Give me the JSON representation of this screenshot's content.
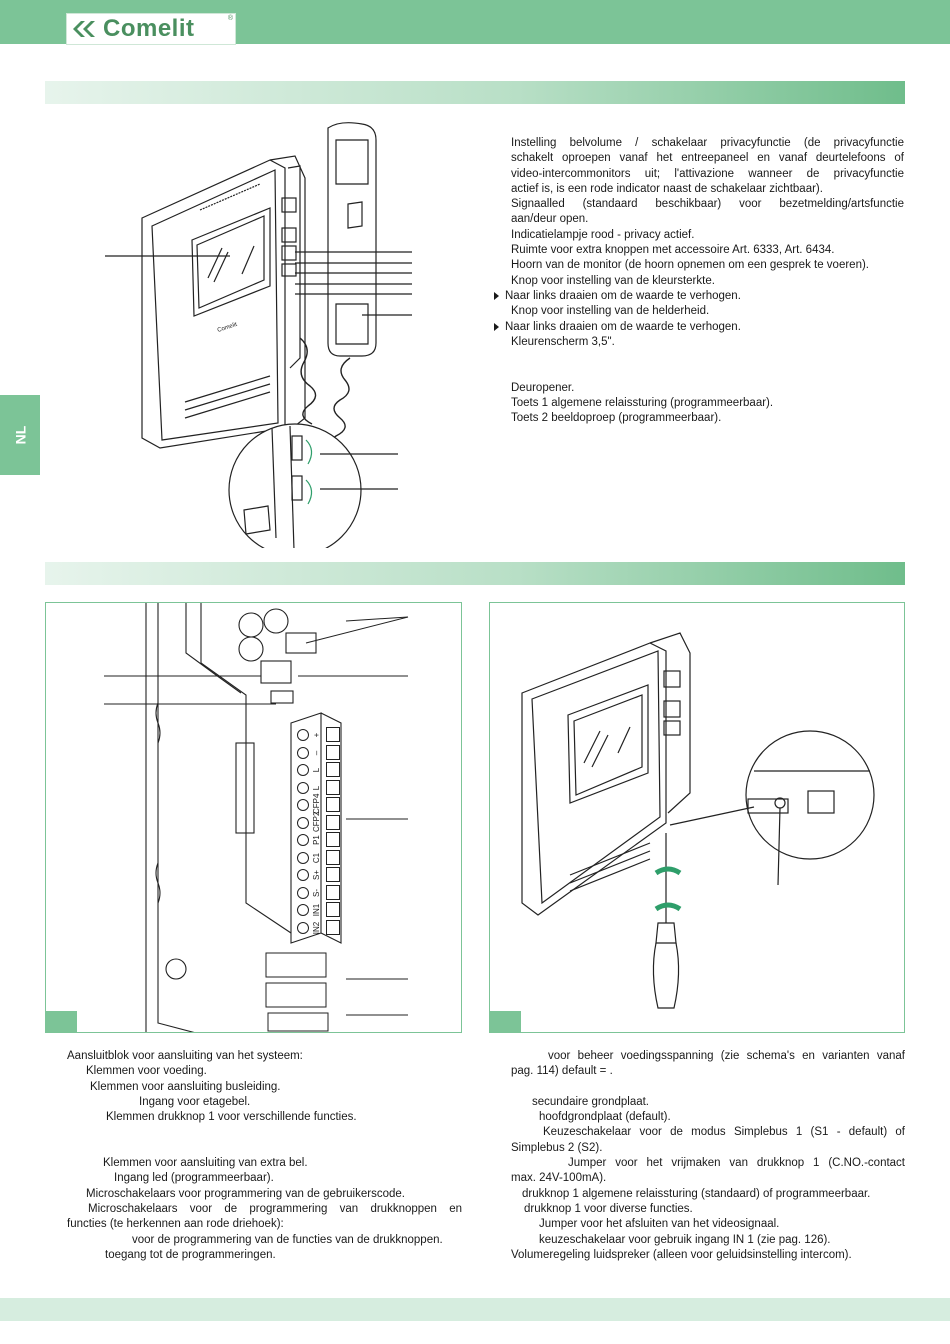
{
  "header": {
    "brand": "Comelit",
    "reg": "®"
  },
  "side_tab": {
    "label": "NL"
  },
  "top_list": [
    {
      "text": "Instelling belvolume / schakelaar privacyfunctie (de privacyfunctie",
      "justify": true
    },
    {
      "text": "schakelt oproepen vanaf het entreepaneel en vanaf deurtelefoons of",
      "justify": true
    },
    {
      "text": "video-intercommonitors uit; l'attivazione wanneer de privacyfunctie",
      "justify": true
    },
    {
      "text": "actief is, is een rode indicator naast de schakelaar zichtbaar)."
    },
    {
      "text": "Signaalled (standaard beschikbaar) voor bezetmelding/artsfunctie",
      "justify": true
    },
    {
      "text": "aan/deur open."
    },
    {
      "text": "Indicatielampje rood - privacy actief."
    },
    {
      "text": "Ruimte voor extra knoppen met accessoire Art. 6333, Art. 6434."
    },
    {
      "text": "Hoorn van de monitor (de hoorn opnemen om een gesprek te voeren)."
    },
    {
      "text": "Knop voor instelling van de kleursterkte."
    },
    {
      "text": "Naar links draaien om de waarde te verhogen.",
      "arrow": true
    },
    {
      "text": "Knop voor instelling van de helderheid."
    },
    {
      "text": "Naar links draaien om de waarde te verhogen.",
      "arrow": true
    },
    {
      "text": "Kleurenscherm 3,5\"."
    },
    {
      "text": ""
    },
    {
      "text": ""
    },
    {
      "text": "Deuropener."
    },
    {
      "text": "Toets 1 algemene relaissturing (programmeerbaar)."
    },
    {
      "text": "Toets 2 beeldoproep (programmeerbaar)."
    }
  ],
  "left_list": [
    {
      "text": "Aansluitblok voor aansluiting van het systeem:",
      "indent": 0
    },
    {
      "text": "Klemmen voor voeding.",
      "indent": 19
    },
    {
      "text": "Klemmen voor aansluiting busleiding.",
      "indent": 23
    },
    {
      "text": "Ingang voor etagebel.",
      "indent": 72
    },
    {
      "text": "Klemmen drukknop 1 voor verschillende functies.",
      "indent": 39
    },
    {
      "text": "",
      "indent": 0
    },
    {
      "text": "",
      "indent": 0
    },
    {
      "text": "Klemmen voor aansluiting van extra bel.",
      "indent": 36
    },
    {
      "text": "Ingang led (programmeerbaar).",
      "indent": 47
    },
    {
      "text": "Microschakelaars voor programmering van de gebruikerscode.",
      "indent": 19
    },
    {
      "text": "Microschakelaars voor de programmering van drukknoppen en",
      "indent": 21,
      "justify": true
    },
    {
      "text": "functies (te herkennen aan rode driehoek):",
      "indent": 0
    },
    {
      "text": "voor de programmering van de functies van de drukknoppen.",
      "indent": 65
    },
    {
      "text": "toegang tot de programmeringen.",
      "indent": 38
    }
  ],
  "right_list": [
    {
      "text": "voor beheer voedingsspanning (zie schema's en varianten vanaf",
      "indent": 37,
      "justify": true
    },
    {
      "text": "pag. 114) default =        .",
      "indent": 0
    },
    {
      "text": "",
      "indent": 0
    },
    {
      "text": "secundaire grondplaat.",
      "indent": 21
    },
    {
      "text": "hoofdgrondplaat (default).",
      "indent": 28
    },
    {
      "text": "Keuzeschakelaar voor de modus Simplebus 1 (S1 - default) of",
      "indent": 32,
      "justify": true
    },
    {
      "text": "Simplebus 2 (S2).",
      "indent": 0
    },
    {
      "text": "Jumper voor het vrijmaken van drukknop 1 (C.NO.-contact",
      "indent": 57,
      "justify": true
    },
    {
      "text": "max. 24V-100mA).",
      "indent": 0
    },
    {
      "text": "drukknop 1 algemene relaissturing (standaard) of programmeerbaar.",
      "indent": 11
    },
    {
      "text": "drukknop 1 voor diverse functies.",
      "indent": 13
    },
    {
      "text": "Jumper voor het afsluiten van het videosignaal.",
      "indent": 28
    },
    {
      "text": "keuzeschakelaar voor gebruik ingang IN 1 (zie pag. 126).",
      "indent": 28
    },
    {
      "text": "Volumeregeling luidspreker (alleen voor geluidsinstelling intercom).",
      "indent": 0
    }
  ],
  "terminal_labels": [
    "+",
    "–",
    "L",
    "L",
    "CFP4",
    "CFP2",
    "P1",
    "C1",
    "S+",
    "S-",
    "IN1",
    "IN2"
  ],
  "monitor_brand": "Comelit",
  "colors": {
    "accent": "#7cc497",
    "band_light": "#e7f4ec",
    "arrow_green": "#2e9e6a"
  }
}
